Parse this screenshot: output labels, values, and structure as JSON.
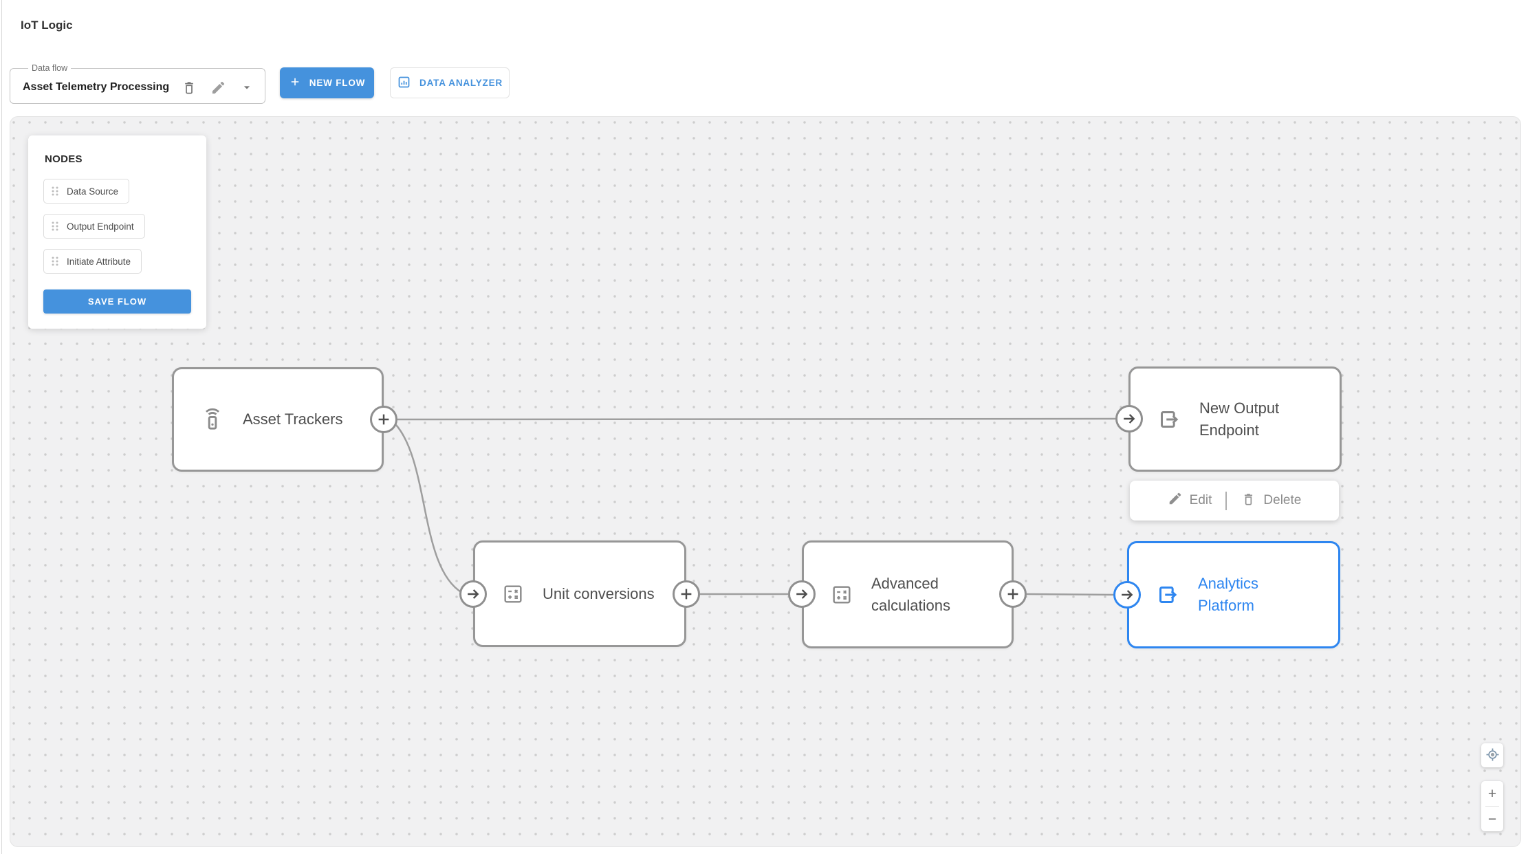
{
  "app": {
    "title": "IoT Logic"
  },
  "toolbar": {
    "data_flow": {
      "label": "Data flow",
      "value": "Asset Telemetry Processing",
      "icons": [
        "delete-icon",
        "edit-icon",
        "caret-down-icon"
      ]
    },
    "new_flow_button": "NEW FLOW",
    "data_analyzer_button": "DATA ANALYZER"
  },
  "nodes_panel": {
    "title": "NODES",
    "items": [
      {
        "label": "Data Source"
      },
      {
        "label": "Output Endpoint"
      },
      {
        "label": "Initiate Attribute"
      }
    ],
    "save_button": "SAVE FLOW"
  },
  "flow": {
    "nodes": [
      {
        "label": "Asset Trackers",
        "icon": "device-tracker-icon",
        "selected": false
      },
      {
        "label": "New Output Endpoint",
        "icon": "output-endpoint-icon",
        "selected": false
      },
      {
        "label": "Unit conversions",
        "icon": "calculator-icon",
        "selected": false
      },
      {
        "label": "Advanced calculations",
        "icon": "calculator-icon",
        "selected": false
      },
      {
        "label": "Analytics Platform",
        "icon": "output-endpoint-icon",
        "selected": true
      }
    ],
    "edges": [
      {
        "from": "Asset Trackers",
        "to": "New Output Endpoint"
      },
      {
        "from": "Asset Trackers",
        "to": "Unit conversions"
      },
      {
        "from": "Unit conversions",
        "to": "Advanced calculations"
      },
      {
        "from": "Advanced calculations",
        "to": "Analytics Platform"
      }
    ],
    "context_menu": {
      "edit_label": "Edit",
      "delete_label": "Delete"
    }
  },
  "canvas_controls": {
    "locate": "center-view",
    "zoom_in": "+",
    "zoom_out": "−"
  },
  "colors": {
    "accent_blue": "#4592dd",
    "selected_blue": "#2e86f0",
    "node_border": "#979797",
    "edge_line": "#9e9e9e",
    "canvas_bg": "#f1f1f2",
    "grid_dot": "#cdcdcd"
  }
}
